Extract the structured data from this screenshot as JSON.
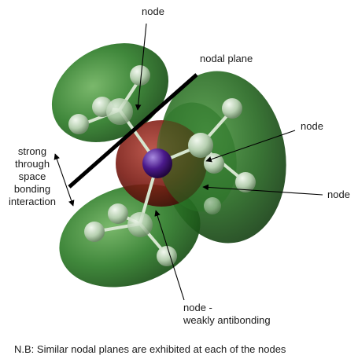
{
  "labels": {
    "node_top": "node",
    "nodal_plane": "nodal plane",
    "node_right_upper": "node",
    "node_right_lower": "node",
    "left_annotation": [
      "strong",
      "through",
      "space",
      "bonding",
      "interaction"
    ],
    "node_bottom_line1": "node -",
    "node_bottom_line2": "weakly antibonding"
  },
  "footnote": "N.B: Similar nodal planes are exhibited at each of the nodes",
  "colors": {
    "lobe_green": "#2f7d2a",
    "lobe_dark_green": "#1f5a1c",
    "lobe_red": "#7a1a12",
    "central_atom": "#4b1a8c",
    "atom_light": "#c9dec4",
    "bond": "#d8e6d2",
    "nodal_plane_line": "#000000"
  }
}
